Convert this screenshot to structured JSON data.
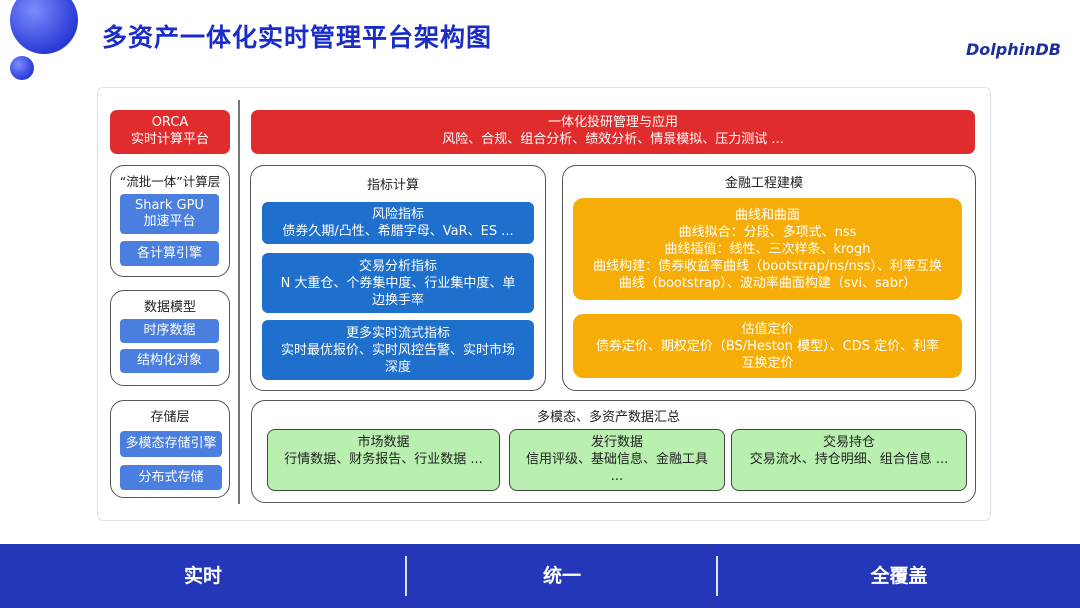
{
  "header": {
    "title": "多资产一体化实时管理平台架构图",
    "logo": "DolphinDB"
  },
  "left": {
    "orca": {
      "line1": "ORCA",
      "line2": "实时计算平台"
    },
    "compute": {
      "title": "“流批一体”计算层",
      "gpu_line1": "Shark GPU",
      "gpu_line2": "加速平台",
      "engines": "各计算引擎"
    },
    "model": {
      "title": "数据模型",
      "timeseries": "时序数据",
      "structured": "结构化对象"
    },
    "storage": {
      "title": "存储层",
      "multimodal": "多模态存储引擎",
      "distributed": "分布式存储"
    }
  },
  "right": {
    "top": {
      "line1": "一体化投研管理与应用",
      "line2": "风险、合规、组合分析、绩效分析、情景模拟、压力测试 ..."
    },
    "indicators": {
      "title": "指标计算",
      "risk": {
        "line1": "风险指标",
        "line2": "债券久期/凸性、希腊字母、VaR、ES ..."
      },
      "trade": {
        "line1": "交易分析指标",
        "line2": "N 大重仓、个券集中度、行业集中度、单",
        "line3": "边换手率"
      },
      "realtime": {
        "line1": "更多实时流式指标",
        "line2": "实时最优报价、实时风控告警、实时市场",
        "line3": "深度"
      }
    },
    "engineering": {
      "title": "金融工程建模",
      "curves": {
        "line1": "曲线和曲面",
        "line2": "曲线拟合：分段、多项式、nss",
        "line3": "曲线插值：线性、三次样条、krogh",
        "line4": "曲线构建：债券收益率曲线（bootstrap/ns/nss）、利率互换",
        "line5": "曲线（bootstrap）、波动率曲面构建（svi、sabr）"
      },
      "pricing": {
        "line1": "估值定价",
        "line2": "债券定价、期权定价（BS/Heston 模型）、CDS 定价、利率",
        "line3": "互换定价"
      }
    },
    "data": {
      "title": "多模态、多资产数据汇总",
      "market": {
        "line1": "市场数据",
        "line2": "行情数据、财务报告、行业数据 ..."
      },
      "issuance": {
        "line1": "发行数据",
        "line2": "信用评级、基础信息、金融工具",
        "line3": "..."
      },
      "positions": {
        "line1": "交易持仓",
        "line2": "交易流水、持仓明细、组合信息 ..."
      }
    }
  },
  "footer": {
    "item1": "实时",
    "item2": "统一",
    "item3": "全覆盖"
  }
}
